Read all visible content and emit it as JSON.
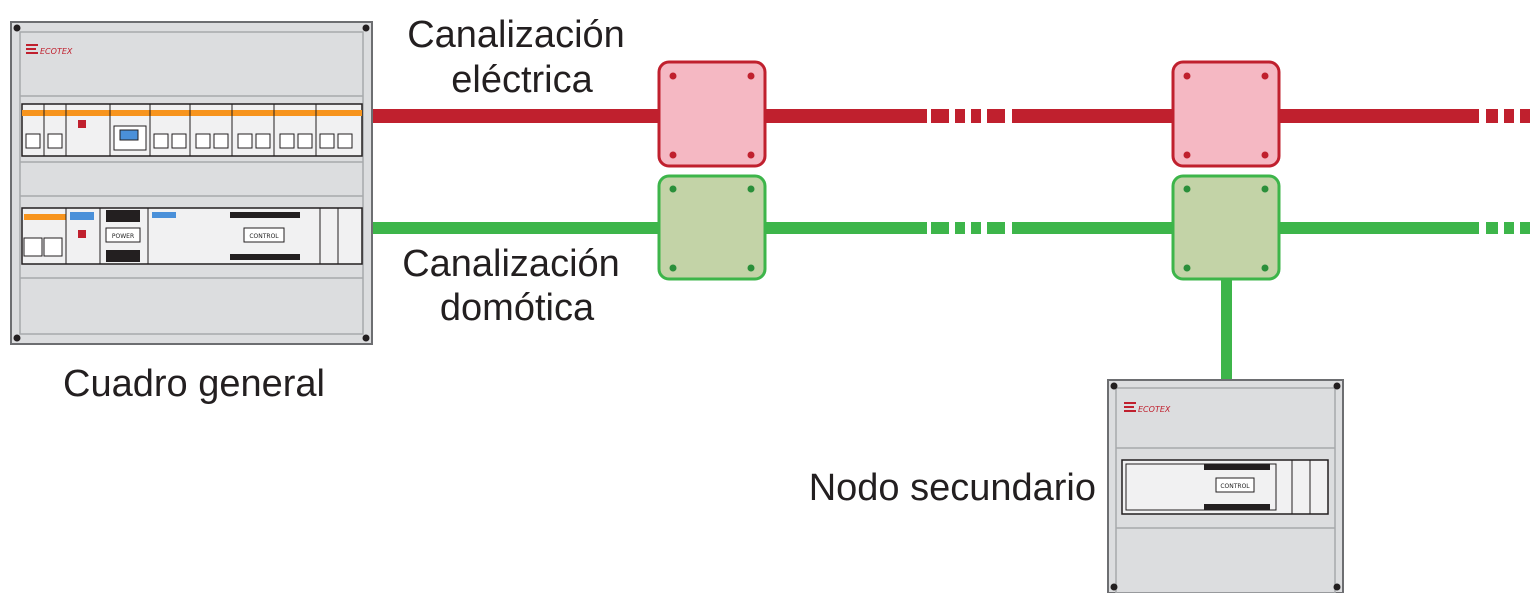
{
  "labels": {
    "electric_line_1": "Canalización",
    "electric_line_2": "eléctrica",
    "domotic_line_1": "Canalización",
    "domotic_line_2": "domótica",
    "main_panel": "Cuadro general",
    "secondary_node": "Nodo secundario"
  },
  "panel_text": {
    "brand": "ECOTEX",
    "power": "POWER",
    "control": "CONTROL"
  },
  "colors": {
    "electric": "#c0202e",
    "electric_box_fill": "#f5b8c3",
    "domotic": "#3db54a",
    "domotic_box_fill": "#c3d3a7",
    "panel": "#dcdddf",
    "breaker_orange": "#f7941d"
  },
  "icons": {
    "junction_box": "square-box-with-screws",
    "panel": "distribution-board"
  }
}
